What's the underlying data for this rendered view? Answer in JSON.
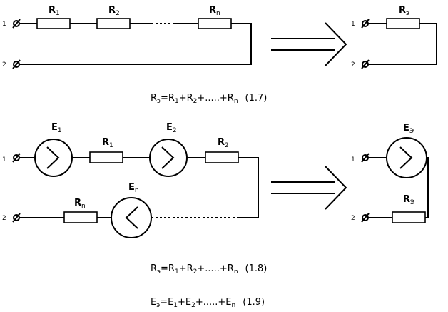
{
  "terminals": {
    "t1": "1",
    "t2": "2"
  },
  "series_r": {
    "r1": {
      "main": "R",
      "sub": "1"
    },
    "r2": {
      "main": "R",
      "sub": "2"
    },
    "rn": {
      "main": "R",
      "sub": "n"
    },
    "req": {
      "main": "R",
      "sub": "э"
    }
  },
  "series_e": {
    "e1": {
      "main": "E",
      "sub": "1"
    },
    "e2": {
      "main": "E",
      "sub": "2"
    },
    "en": {
      "main": "E",
      "sub": "n"
    },
    "r1": {
      "main": "R",
      "sub": "1"
    },
    "r2": {
      "main": "R",
      "sub": "2"
    },
    "rn": {
      "main": "R",
      "sub": "n"
    },
    "eeq": {
      "main": "E",
      "sub": "Э"
    },
    "req": {
      "main": "R",
      "sub": "Э"
    }
  },
  "equations": {
    "eq17": {
      "lhs": "R",
      "lhs_sub": "э",
      "eq": "=R",
      "s1": "1",
      "p1": "+R",
      "s2": "2",
      "p2": "+.....+R",
      "sn": "n",
      "num": "(1.7)"
    },
    "eq18": {
      "lhs": "R",
      "lhs_sub": "э",
      "eq": "=R",
      "s1": "1",
      "p1": "+R",
      "s2": "2",
      "p2": "+.....+R",
      "sn": "n",
      "num": "(1.8)"
    },
    "eq19": {
      "lhs": "E",
      "lhs_sub": "э",
      "eq": "=E",
      "s1": "1",
      "p1": "+E",
      "s2": "2",
      "p2": "+.....+E",
      "sn": "n",
      "num": "(1.9)"
    }
  }
}
